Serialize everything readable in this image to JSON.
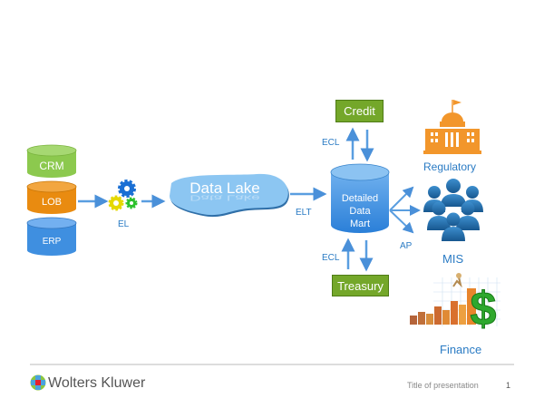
{
  "sources": [
    {
      "label": "CRM",
      "color": "#8cc94e",
      "top": "#a6d872"
    },
    {
      "label": "LOB",
      "color": "#e98b10",
      "top": "#f2a640"
    },
    {
      "label": "ERP",
      "color": "#3f8fe0",
      "top": "#73b0f0"
    }
  ],
  "process": {
    "el_label": "EL",
    "elt_label": "ELT",
    "ap_label": "AP",
    "ecl_top_label": "ECL",
    "ecl_bottom_label": "ECL"
  },
  "data_lake": {
    "label": "Data Lake"
  },
  "data_mart": {
    "line1": "Detailed",
    "line2": "Data",
    "line3": "Mart"
  },
  "boxes": {
    "credit": "Credit",
    "treasury": "Treasury"
  },
  "consumers": {
    "regulatory": "Regulatory",
    "mis": "MIS",
    "finance": "Finance"
  },
  "footer": {
    "company": "Wolters Kluwer",
    "title": "Title of presentation",
    "page": "1"
  },
  "colors": {
    "accent_blue": "#2a7bc4",
    "box_green": "#74a72a",
    "regulatory_orange": "#f2962b"
  }
}
